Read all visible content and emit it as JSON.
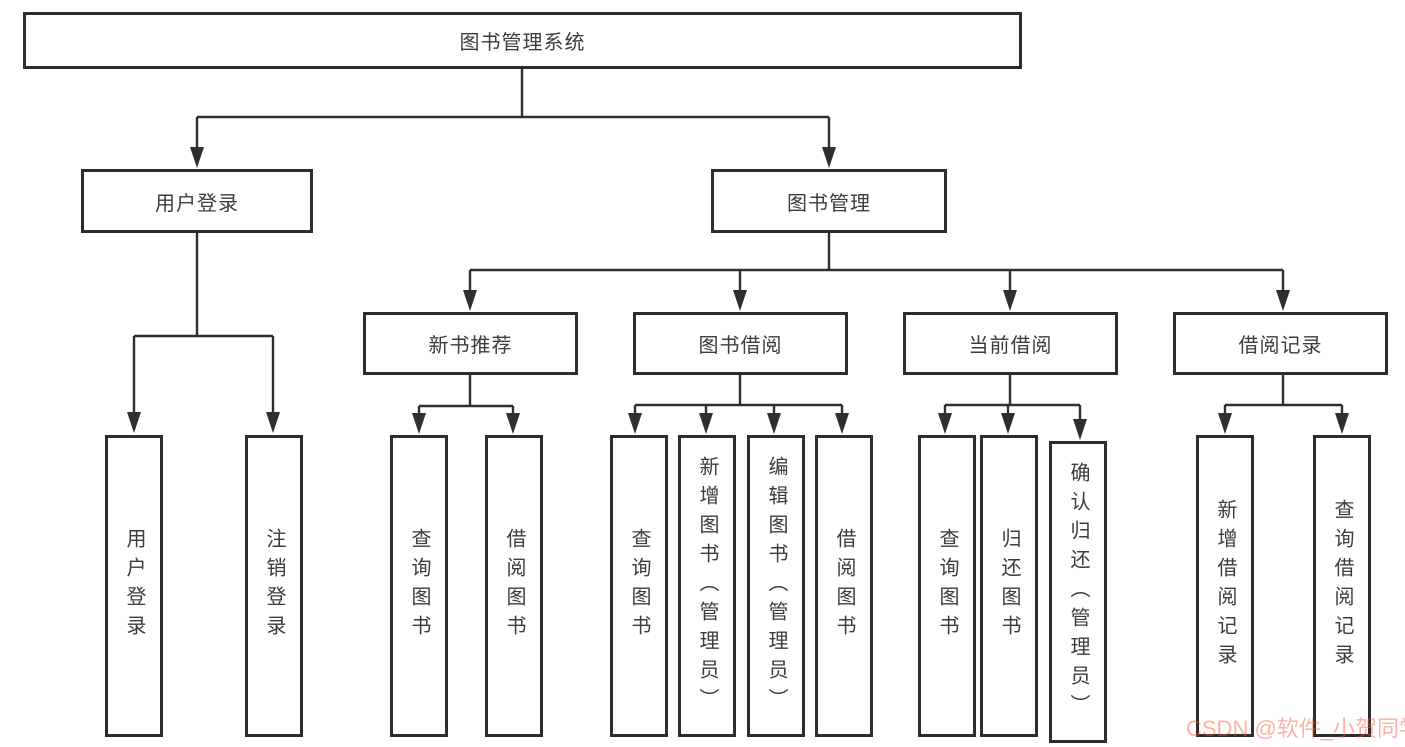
{
  "diagram": {
    "title": "图书管理系统",
    "branches": [
      {
        "label": "用户登录",
        "children": [
          {
            "label": "用户登录"
          },
          {
            "label": "注销登录"
          }
        ]
      },
      {
        "label": "图书管理",
        "children": [
          {
            "label": "新书推荐",
            "children": [
              {
                "label": "查询图书"
              },
              {
                "label": "借阅图书"
              }
            ]
          },
          {
            "label": "图书借阅",
            "children": [
              {
                "label": "查询图书"
              },
              {
                "label": "新增图书（管理员）"
              },
              {
                "label": "编辑图书（管理员）"
              },
              {
                "label": "借阅图书"
              }
            ]
          },
          {
            "label": "当前借阅",
            "children": [
              {
                "label": "查询图书"
              },
              {
                "label": "归还图书"
              },
              {
                "label": "确认归还（管理员）"
              }
            ]
          },
          {
            "label": "借阅记录",
            "children": [
              {
                "label": "新增借阅记录"
              },
              {
                "label": "查询借阅记录"
              }
            ]
          }
        ]
      }
    ]
  },
  "watermark": {
    "text": "CSDN @软件_小贺同学"
  },
  "colors": {
    "line": "#2f2f2f",
    "box_border": "#2d2d2d",
    "text": "#3c3c3c",
    "watermark_base": "#fc5531"
  }
}
